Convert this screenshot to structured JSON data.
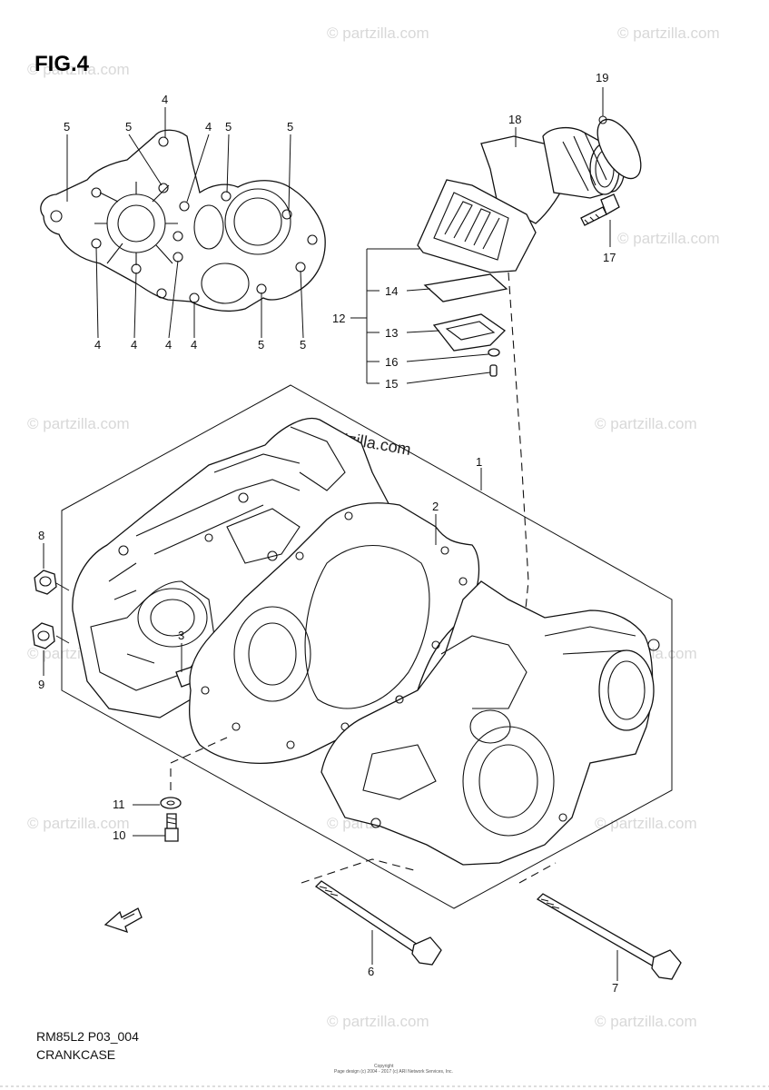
{
  "figure": {
    "title": "FIG.4",
    "code": "RM85L2 P03_004",
    "name": "CRANKCASE",
    "copyright_line1": "Copyright",
    "copyright_line2": "Page design (c) 2004 - 2017 (c) ARI Network Services, Inc."
  },
  "watermark": {
    "text": "© partzilla.com",
    "center_text": "© Partzilla.com"
  },
  "callouts": {
    "c1": "1",
    "c2": "2",
    "c3": "3",
    "c4a": "4",
    "c4b": "4",
    "c4c": "4",
    "c4d": "4",
    "c4e": "4",
    "c4f": "4",
    "c5a": "5",
    "c5b": "5",
    "c5c": "5",
    "c5d": "5",
    "c5e": "5",
    "c5f": "5",
    "c6": "6",
    "c7": "7",
    "c8": "8",
    "c9": "9",
    "c10": "10",
    "c11": "11",
    "c12": "12",
    "c13": "13",
    "c14": "14",
    "c15": "15",
    "c16": "16",
    "c17": "17",
    "c18": "18",
    "c19": "19"
  },
  "icons": {
    "fwd": "fwd-arrow-icon"
  }
}
